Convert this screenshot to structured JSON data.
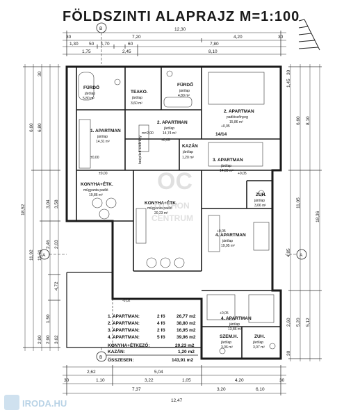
{
  "title": "FÖLDSZINTI  ALAPRAJZ  M=1:100",
  "axis_b_label": "B",
  "axis_a_label": "A",
  "top_dimensions": [
    "12,30",
    "7,20",
    "4,20",
    "30",
    "30",
    "1,30",
    "50",
    "1,70",
    "60",
    "7,80",
    "1,75",
    "2,45",
    "8,10"
  ],
  "right_dimensions": [
    "1,45",
    "6,60",
    "8,10",
    "11,05",
    "18,36",
    "4,85",
    "5,12",
    "2,60",
    "5,20",
    "30",
    "30"
  ],
  "left_dimensions": [
    "6,60",
    "6,80",
    "3,04",
    "3,58",
    "18,52",
    "11,92",
    "11,61",
    "2,46",
    "2,03",
    "4,72",
    "1,50",
    "2,90",
    "3,62",
    "2,90",
    "30"
  ],
  "bottom_dimensions": [
    "2,62",
    "5,04",
    "1,10",
    "3,22",
    "1,05",
    "7,37",
    "4,20",
    "3,20",
    "6,10",
    "12,47",
    "30",
    "30"
  ],
  "rooms": [
    {
      "name": "FÜRDŐ",
      "floor": "járólap",
      "area": "5,80 m²"
    },
    {
      "name": "TEAKO.",
      "floor": "járólap",
      "area": "3,60 m²"
    },
    {
      "name": "FÜRDŐ",
      "floor": "járólap",
      "area": "4,80 m²"
    },
    {
      "name": "1. APARTMAN",
      "floor": "járólap",
      "area": "14,31 m²"
    },
    {
      "name": "2. APARTMAN",
      "floor": "járólap",
      "area": "14,74 m²"
    },
    {
      "name": "2. APARTMAN",
      "floor": "padlószőnyeg",
      "area": "15,86 m²"
    },
    {
      "name": "KAZÁN",
      "floor": "járólap",
      "area": "1,20 m²"
    },
    {
      "name": "3. APARTMAN",
      "floor": "járólap",
      "area": "14,89 m²"
    },
    {
      "name": "ZUH.",
      "floor": "járólap",
      "area": "3,06 m²"
    },
    {
      "name": "KONYHA+ÉTK.",
      "floor": "mûgyanta padló",
      "area": "19,86 m²"
    },
    {
      "name": "KONYHA+ÉTK.",
      "floor": "mûgyanta padló",
      "area": "20,23 m²"
    },
    {
      "name": "4. APARTMAN",
      "floor": "járólap",
      "area": "19,95 m²"
    },
    {
      "name": "4. APARTMAN",
      "floor": "járólap",
      "area": "13,86 m²"
    },
    {
      "name": "SZEM.H.",
      "floor": "járólap",
      "area": "3,06 m²"
    },
    {
      "name": "ZUH.",
      "floor": "járólap",
      "area": "3,07 m²"
    }
  ],
  "levels": [
    "+0,05",
    "±0,00",
    "+0,05",
    "+0,05",
    "±0,00",
    "+0,05",
    "+0,05",
    "-0,02"
  ],
  "stair_label": "14/14",
  "misc_labels": [
    "m=2,00",
    "beépített szekrény"
  ],
  "summary": [
    {
      "label": "1. APARTMAN:",
      "people": "2 fő",
      "area": "26,77 m2"
    },
    {
      "label": "2. APARTMAN:",
      "people": "4 fő",
      "area": "38,80 m2"
    },
    {
      "label": "3. APARTMAN:",
      "people": "2 fő",
      "area": "16,95 m2"
    },
    {
      "label": "4. APARTMAN:",
      "people": "5 fő",
      "area": "39,96 m2"
    }
  ],
  "summary_extra": [
    {
      "label": "KONYHA+ÉTKEZŐ:",
      "area": "20,23 m2"
    },
    {
      "label": "KAZÁN:",
      "area": "1,20 m2"
    }
  ],
  "summary_total": {
    "label": "ÖSSZESEN:",
    "area": "143,91 m2"
  },
  "watermark": {
    "line1": "OTTHON",
    "line2": "CENTRUM"
  },
  "logo_text": "IRODA.HU",
  "colors": {
    "line": "#1a1a1a",
    "watermark": "#c8c8c8",
    "logo": "#b9d3e6"
  }
}
